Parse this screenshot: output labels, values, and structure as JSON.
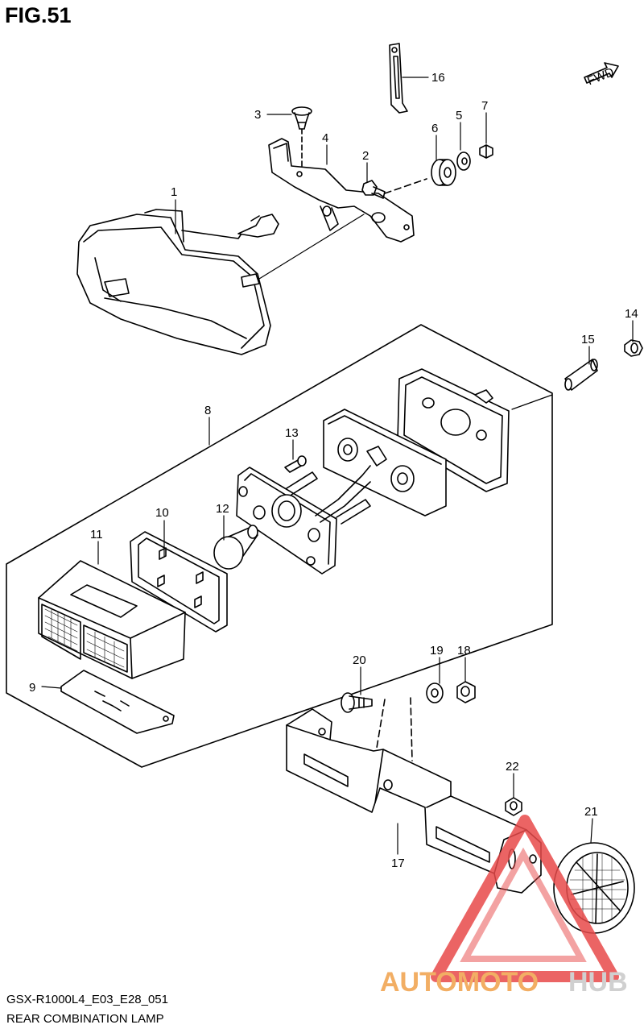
{
  "figure": {
    "title": "FIG.51",
    "code": "GSX-R1000L4_E03_E28_051",
    "name": "REAR COMBINATION LAMP",
    "fwd_label": "FWD"
  },
  "callouts": {
    "c1": "1",
    "c2": "2",
    "c3": "3",
    "c4": "4",
    "c5": "5",
    "c6": "6",
    "c7": "7",
    "c8": "8",
    "c9": "9",
    "c10": "10",
    "c11": "11",
    "c12": "12",
    "c13": "13",
    "c14": "14",
    "c15": "15",
    "c16": "16",
    "c17": "17",
    "c18": "18",
    "c19": "19",
    "c20": "20",
    "c21": "21",
    "c22": "22"
  },
  "watermark": {
    "part1": "AUTOMOTO",
    "part2": "HUB",
    "color_primary": "#f0a14a",
    "color_secondary": "#c8c8c8",
    "logo_color": "#e84a4a"
  }
}
